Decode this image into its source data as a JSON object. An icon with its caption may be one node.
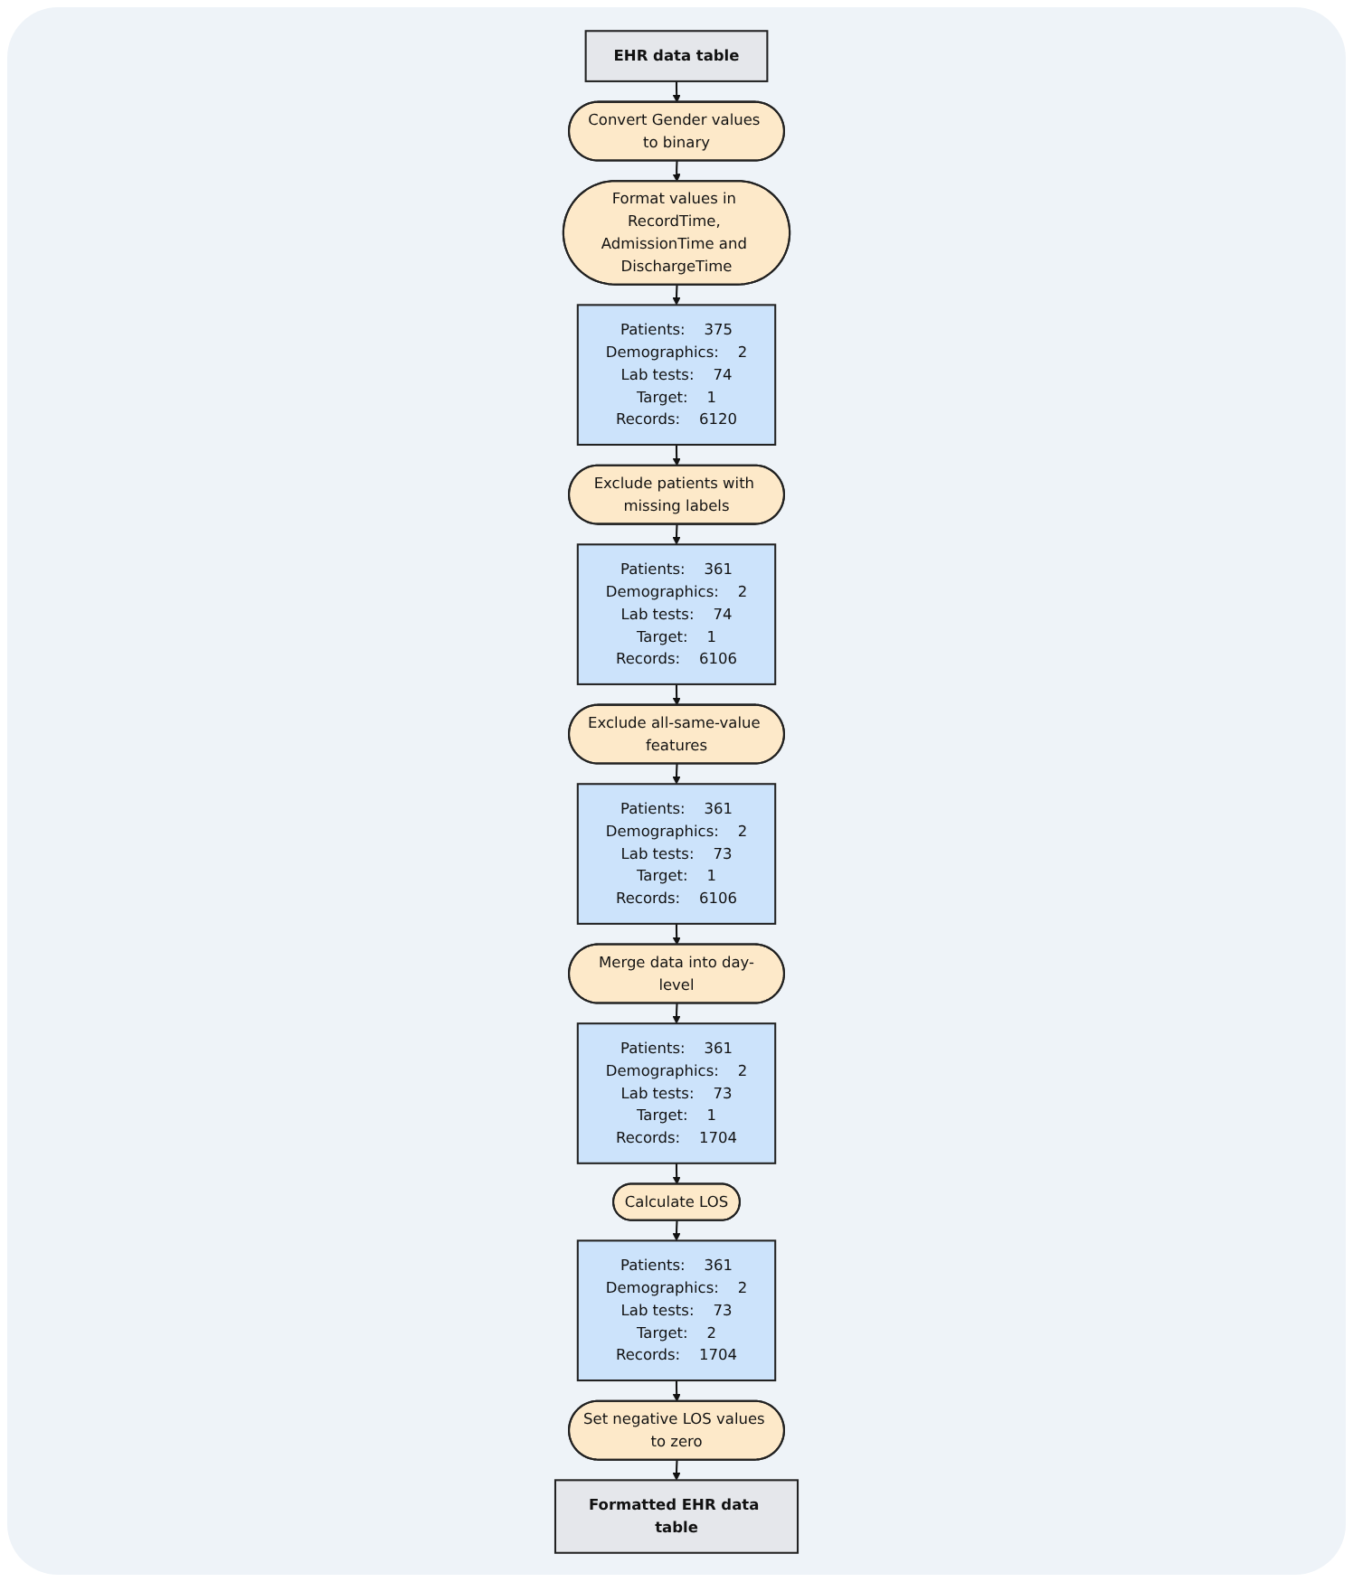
{
  "diagram": {
    "nodes": [
      {
        "text": [
          "EHR data table"
        ]
      },
      {
        "text": [
          "Convert Gender values to binary"
        ]
      },
      {
        "text": [
          "Format values in RecordTime, AdmissionTime and DischargeTime"
        ]
      },
      {
        "text": [
          "Patients:",
          "375",
          "Demographics:",
          "2",
          "Lab tests:",
          "74",
          "Target:",
          "1",
          "Records:",
          "6120"
        ]
      },
      {
        "text": [
          "Exclude patients with missing labels"
        ]
      },
      {
        "text": [
          "Patients:",
          "361",
          "Demographics:",
          "2",
          "Lab tests:",
          "74",
          "Target:",
          "1",
          "Records:",
          "6106"
        ]
      },
      {
        "text": [
          "Exclude all-same-value features"
        ]
      },
      {
        "text": [
          "Patients:",
          "361",
          "Demographics:",
          "2",
          "Lab tests:",
          "73",
          "Target:",
          "1",
          "Records:",
          "6106"
        ]
      },
      {
        "text": [
          "Merge data into day-level"
        ]
      },
      {
        "text": [
          "Patients:",
          "361",
          "Demographics:",
          "2",
          "Lab tests:",
          "73",
          "Target:",
          "1",
          "Records:",
          "1704"
        ]
      },
      {
        "text": [
          "Calculate LOS"
        ]
      },
      {
        "text": [
          "Patients:",
          "361",
          "Demographics:",
          "2",
          "Lab tests:",
          "73",
          "Target:",
          "2",
          "Records:",
          "1704"
        ]
      },
      {
        "text": [
          "Set negative LOS values to zero"
        ]
      },
      {
        "text": [
          "Formatted EHR data table"
        ]
      }
    ],
    "edges": [
      {
        "from": 0,
        "to": 1,
        "arrow": "to"
      },
      {
        "from": 1,
        "to": 2,
        "arrow": "to"
      },
      {
        "from": 2,
        "to": 3,
        "arrow": "to"
      },
      {
        "from": 3,
        "to": 4,
        "arrow": "to"
      },
      {
        "from": 4,
        "to": 5,
        "arrow": "to"
      },
      {
        "from": 5,
        "to": 6,
        "arrow": "to"
      },
      {
        "from": 6,
        "to": 7,
        "arrow": "to"
      },
      {
        "from": 7,
        "to": 8,
        "arrow": "to"
      },
      {
        "from": 8,
        "to": 9,
        "arrow": "to"
      },
      {
        "from": 9,
        "to": 10,
        "arrow": "to"
      },
      {
        "from": 10,
        "to": 11,
        "arrow": "to"
      },
      {
        "from": 11,
        "to": 12,
        "arrow": "to"
      },
      {
        "from": 12,
        "to": 13,
        "arrow": "to"
      }
    ]
  }
}
